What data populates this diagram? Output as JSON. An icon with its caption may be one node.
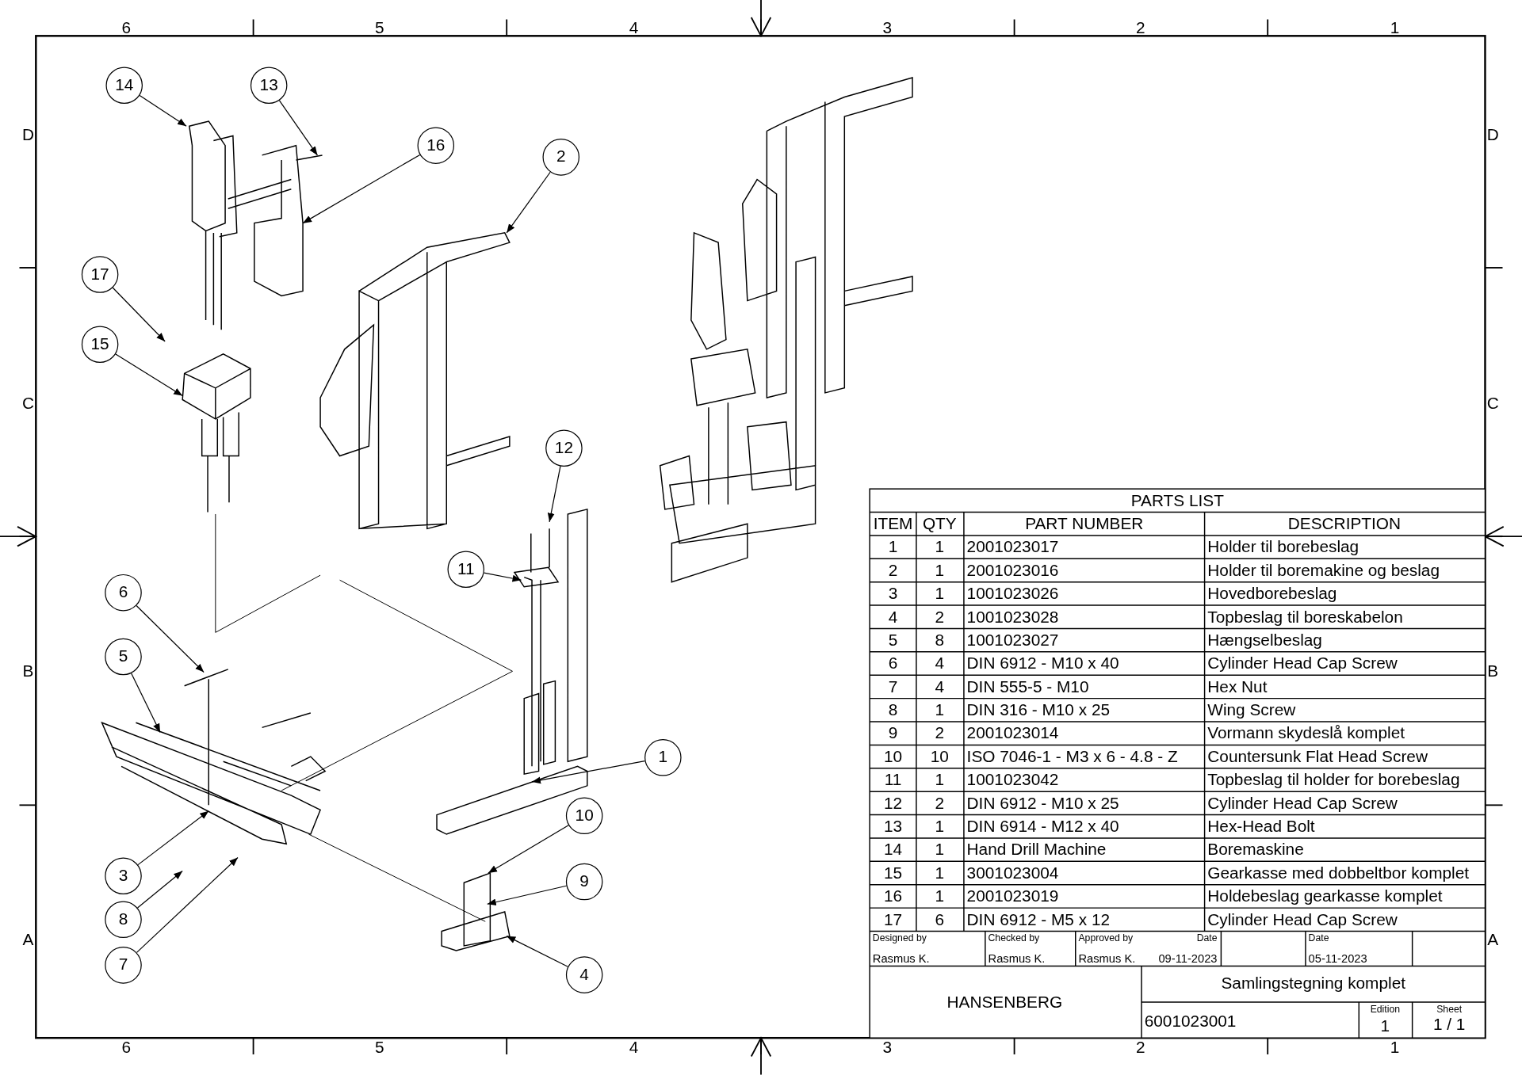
{
  "diagram": {
    "nodes": [
      {
        "text": [
          "14"
        ]
      },
      {
        "text": [
          "13"
        ]
      },
      {
        "text": [
          "16"
        ]
      },
      {
        "text": [
          "2"
        ]
      },
      {
        "text": [
          "17"
        ]
      },
      {
        "text": [
          "15"
        ]
      },
      {
        "text": [
          "12"
        ]
      },
      {
        "text": [
          "11"
        ]
      },
      {
        "text": [
          "6"
        ]
      },
      {
        "text": [
          "5"
        ]
      },
      {
        "text": [
          "1"
        ]
      },
      {
        "text": [
          "10"
        ]
      },
      {
        "text": [
          "3"
        ]
      },
      {
        "text": [
          "9"
        ]
      },
      {
        "text": [
          "8"
        ]
      },
      {
        "text": [
          "7"
        ]
      },
      {
        "text": [
          "4"
        ]
      }
    ],
    "edges": [
      {
        "from": 0,
        "to": null,
        "arrow": "to"
      },
      {
        "from": 1,
        "to": null,
        "arrow": "to"
      },
      {
        "from": 2,
        "to": null,
        "arrow": "to"
      },
      {
        "from": 3,
        "to": null,
        "arrow": "to"
      },
      {
        "from": 4,
        "to": null,
        "arrow": "to"
      },
      {
        "from": 5,
        "to": null,
        "arrow": "to"
      },
      {
        "from": 6,
        "to": null,
        "arrow": "to"
      },
      {
        "from": 7,
        "to": null,
        "arrow": "to"
      },
      {
        "from": 8,
        "to": null,
        "arrow": "to"
      },
      {
        "from": 9,
        "to": null,
        "arrow": "to"
      },
      {
        "from": 10,
        "to": null,
        "arrow": "to"
      },
      {
        "from": 11,
        "to": null,
        "arrow": "to"
      },
      {
        "from": 12,
        "to": null,
        "arrow": "to"
      },
      {
        "from": 13,
        "to": null,
        "arrow": "to"
      },
      {
        "from": 14,
        "to": null,
        "arrow": "to"
      },
      {
        "from": 15,
        "to": null,
        "arrow": "to"
      },
      {
        "from": 16,
        "to": null,
        "arrow": "to"
      }
    ],
    "labels": [
      "6",
      "5",
      "4",
      "3",
      "2",
      "1",
      "D",
      "D",
      "C",
      "C",
      "B",
      "B",
      "A",
      "A",
      "PARTS LIST",
      "ITEM",
      "QTY",
      "PART NUMBER",
      "DESCRIPTION",
      "1",
      "1",
      "2001023017",
      "Holder til borebeslag",
      "2",
      "1",
      "2001023016",
      "Holder til boremakine og beslag",
      "3",
      "1",
      "1001023026",
      "Hovedborebeslag",
      "4",
      "2",
      "1001023028",
      "Topbeslag til boreskabelon",
      "5",
      "8",
      "1001023027",
      "Hængselbeslag",
      "6",
      "4",
      "DIN 6912 - M10 x 40",
      "Cylinder Head Cap Screw",
      "7",
      "4",
      "DIN 555-5 - M10",
      "Hex Nut",
      "8",
      "1",
      "DIN 316 - M10 x 25",
      "Wing Screw",
      "9",
      "2",
      "2001023014",
      "Vormann skydeslå komplet",
      "10",
      "10",
      "ISO 7046-1 - M3 x 6 - 4.8 - Z",
      "Countersunk Flat Head Screw",
      "11",
      "1",
      "1001023042",
      "Topbeslag til holder for borebeslag",
      "12",
      "2",
      "DIN 6912 - M10 x 25",
      "Cylinder Head Cap Screw",
      "13",
      "1",
      "DIN 6914 - M12 x 40",
      "Hex-Head Bolt",
      "14",
      "1",
      "Hand Drill Machine",
      "Boremaskine",
      "15",
      "1",
      "3001023004",
      "Gearkasse med dobbeltbor komplet",
      "16",
      "1",
      "2001023019",
      "Holdebeslag gearkasse komplet",
      "17",
      "6",
      "DIN 6912 - M5 x 12",
      "Cylinder Head Cap Screw",
      "Designed by",
      "Checked by",
      "Approved by",
      "Date",
      "Date",
      "Rasmus K.",
      "Rasmus K.",
      "Rasmus K.",
      "09-11-2023",
      "05-11-2023",
      "HANSENBERG",
      "Samlingstegning komplet",
      "6001023001",
      "Edition",
      "1",
      "Sheet",
      "1 / 1",
      "6",
      "5",
      "4",
      "3",
      "2",
      "1"
    ]
  }
}
